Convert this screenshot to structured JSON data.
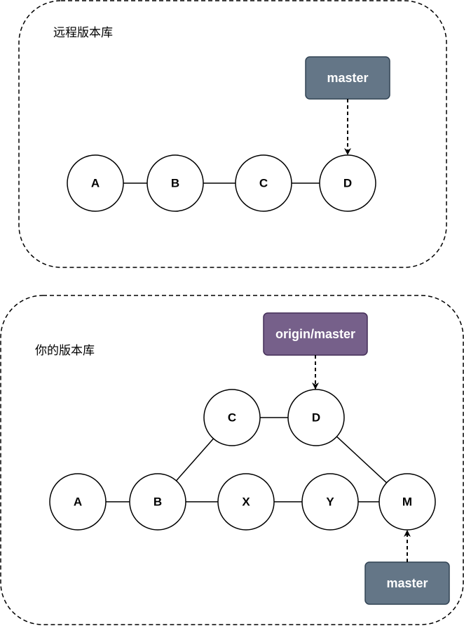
{
  "remote_repo": {
    "label": "远程版本库",
    "branch": "master",
    "commits": [
      "A",
      "B",
      "C",
      "D"
    ]
  },
  "local_repo": {
    "label": "你的版本库",
    "remote_branch": "origin/master",
    "branch": "master",
    "upper_commits": [
      "C",
      "D"
    ],
    "lower_commits": [
      "A",
      "B",
      "X",
      "Y",
      "M"
    ]
  },
  "colors": {
    "master_fill": "#647687",
    "origin_master_fill": "#76608a"
  }
}
